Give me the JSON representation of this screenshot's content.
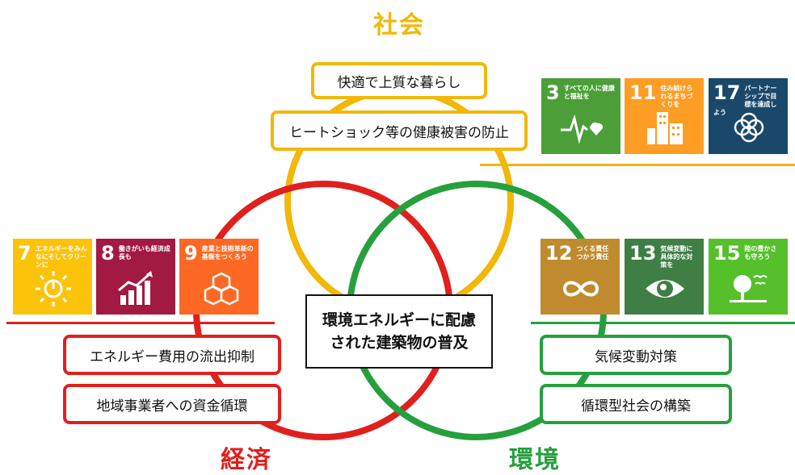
{
  "titles": {
    "society": "社会",
    "economy": "経済",
    "environment": "環境"
  },
  "society_boxes": [
    "快適で上質な暮らし",
    "ヒートショック等の健康被害の防止"
  ],
  "economy_boxes": [
    "エネルギー費用の流出抑制",
    "地域事業者への資金循環"
  ],
  "environment_boxes": [
    "気候変動対策",
    "循環型社会の構築"
  ],
  "center": {
    "line1": "環境エネルギーに配慮",
    "line2": "された建築物の普及"
  },
  "sdg_society": [
    {
      "num": "3",
      "label": "すべての人に健康と福祉を",
      "color": "#4c9f38",
      "icon": "heartbeat-icon"
    },
    {
      "num": "11",
      "label": "住み続けられるまちづくりを",
      "color": "#fd9d24",
      "icon": "city-icon"
    },
    {
      "num": "17",
      "label": "パートナーシップで目標を達成しよう",
      "color": "#19486a",
      "icon": "partnership-flower-icon"
    }
  ],
  "sdg_economy": [
    {
      "num": "7",
      "label": "エネルギーをみんなにそしてクリーンに",
      "color": "#fcc30b",
      "icon": "sun-power-icon"
    },
    {
      "num": "8",
      "label": "働きがいも経済成長も",
      "color": "#a21942",
      "icon": "growth-chart-icon"
    },
    {
      "num": "9",
      "label": "産業と技術革新の基盤をつくろう",
      "color": "#fd6925",
      "icon": "cubes-icon"
    }
  ],
  "sdg_environment": [
    {
      "num": "12",
      "label": "つくる責任つかう責任",
      "color": "#bf8b2e",
      "icon": "infinity-icon"
    },
    {
      "num": "13",
      "label": "気候変動に具体的な対策を",
      "color": "#3f7e44",
      "icon": "earth-eye-icon"
    },
    {
      "num": "15",
      "label": "陸の豊かさも守ろう",
      "color": "#56c02b",
      "icon": "tree-birds-icon"
    }
  ],
  "colors": {
    "society": "#f2b707",
    "economy": "#e0201d",
    "environment": "#25a03c"
  }
}
